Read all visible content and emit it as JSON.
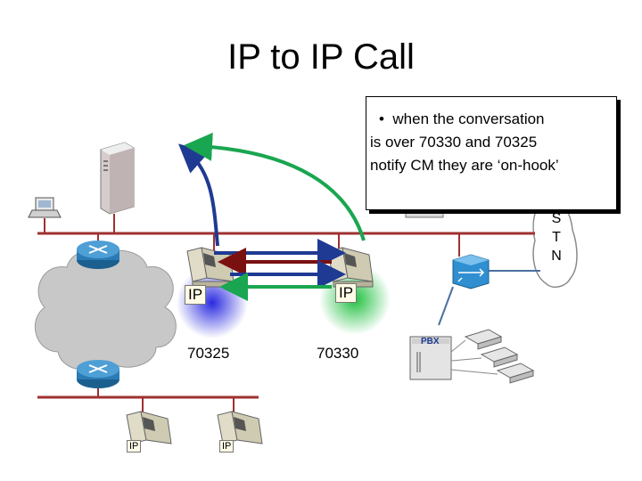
{
  "title": "IP to IP Call",
  "callout": {
    "bullet": "•",
    "text_line1": "when the conversation",
    "text_line2": "is over 70330 and 70325",
    "text_line3": "notify CM they are ‘on-hook’"
  },
  "phones": {
    "phone_a_tag": "IP",
    "phone_a_ext": "70325",
    "phone_b_tag": "IP",
    "phone_b_ext": "70330",
    "phone_c_tag": "IP",
    "phone_d_tag": "IP"
  },
  "pbx_label": "PBX",
  "pstn_letters": [
    "S",
    "T",
    "N"
  ],
  "colors": {
    "network_line": "#a03030",
    "blue_arrow": "#1f3a93",
    "green_arrow": "#1aa650",
    "dark_red_arrow": "#7a1010",
    "cloud": "#c8c8c8",
    "router": "#1b5f8f",
    "switch": "#2f8fd0"
  }
}
